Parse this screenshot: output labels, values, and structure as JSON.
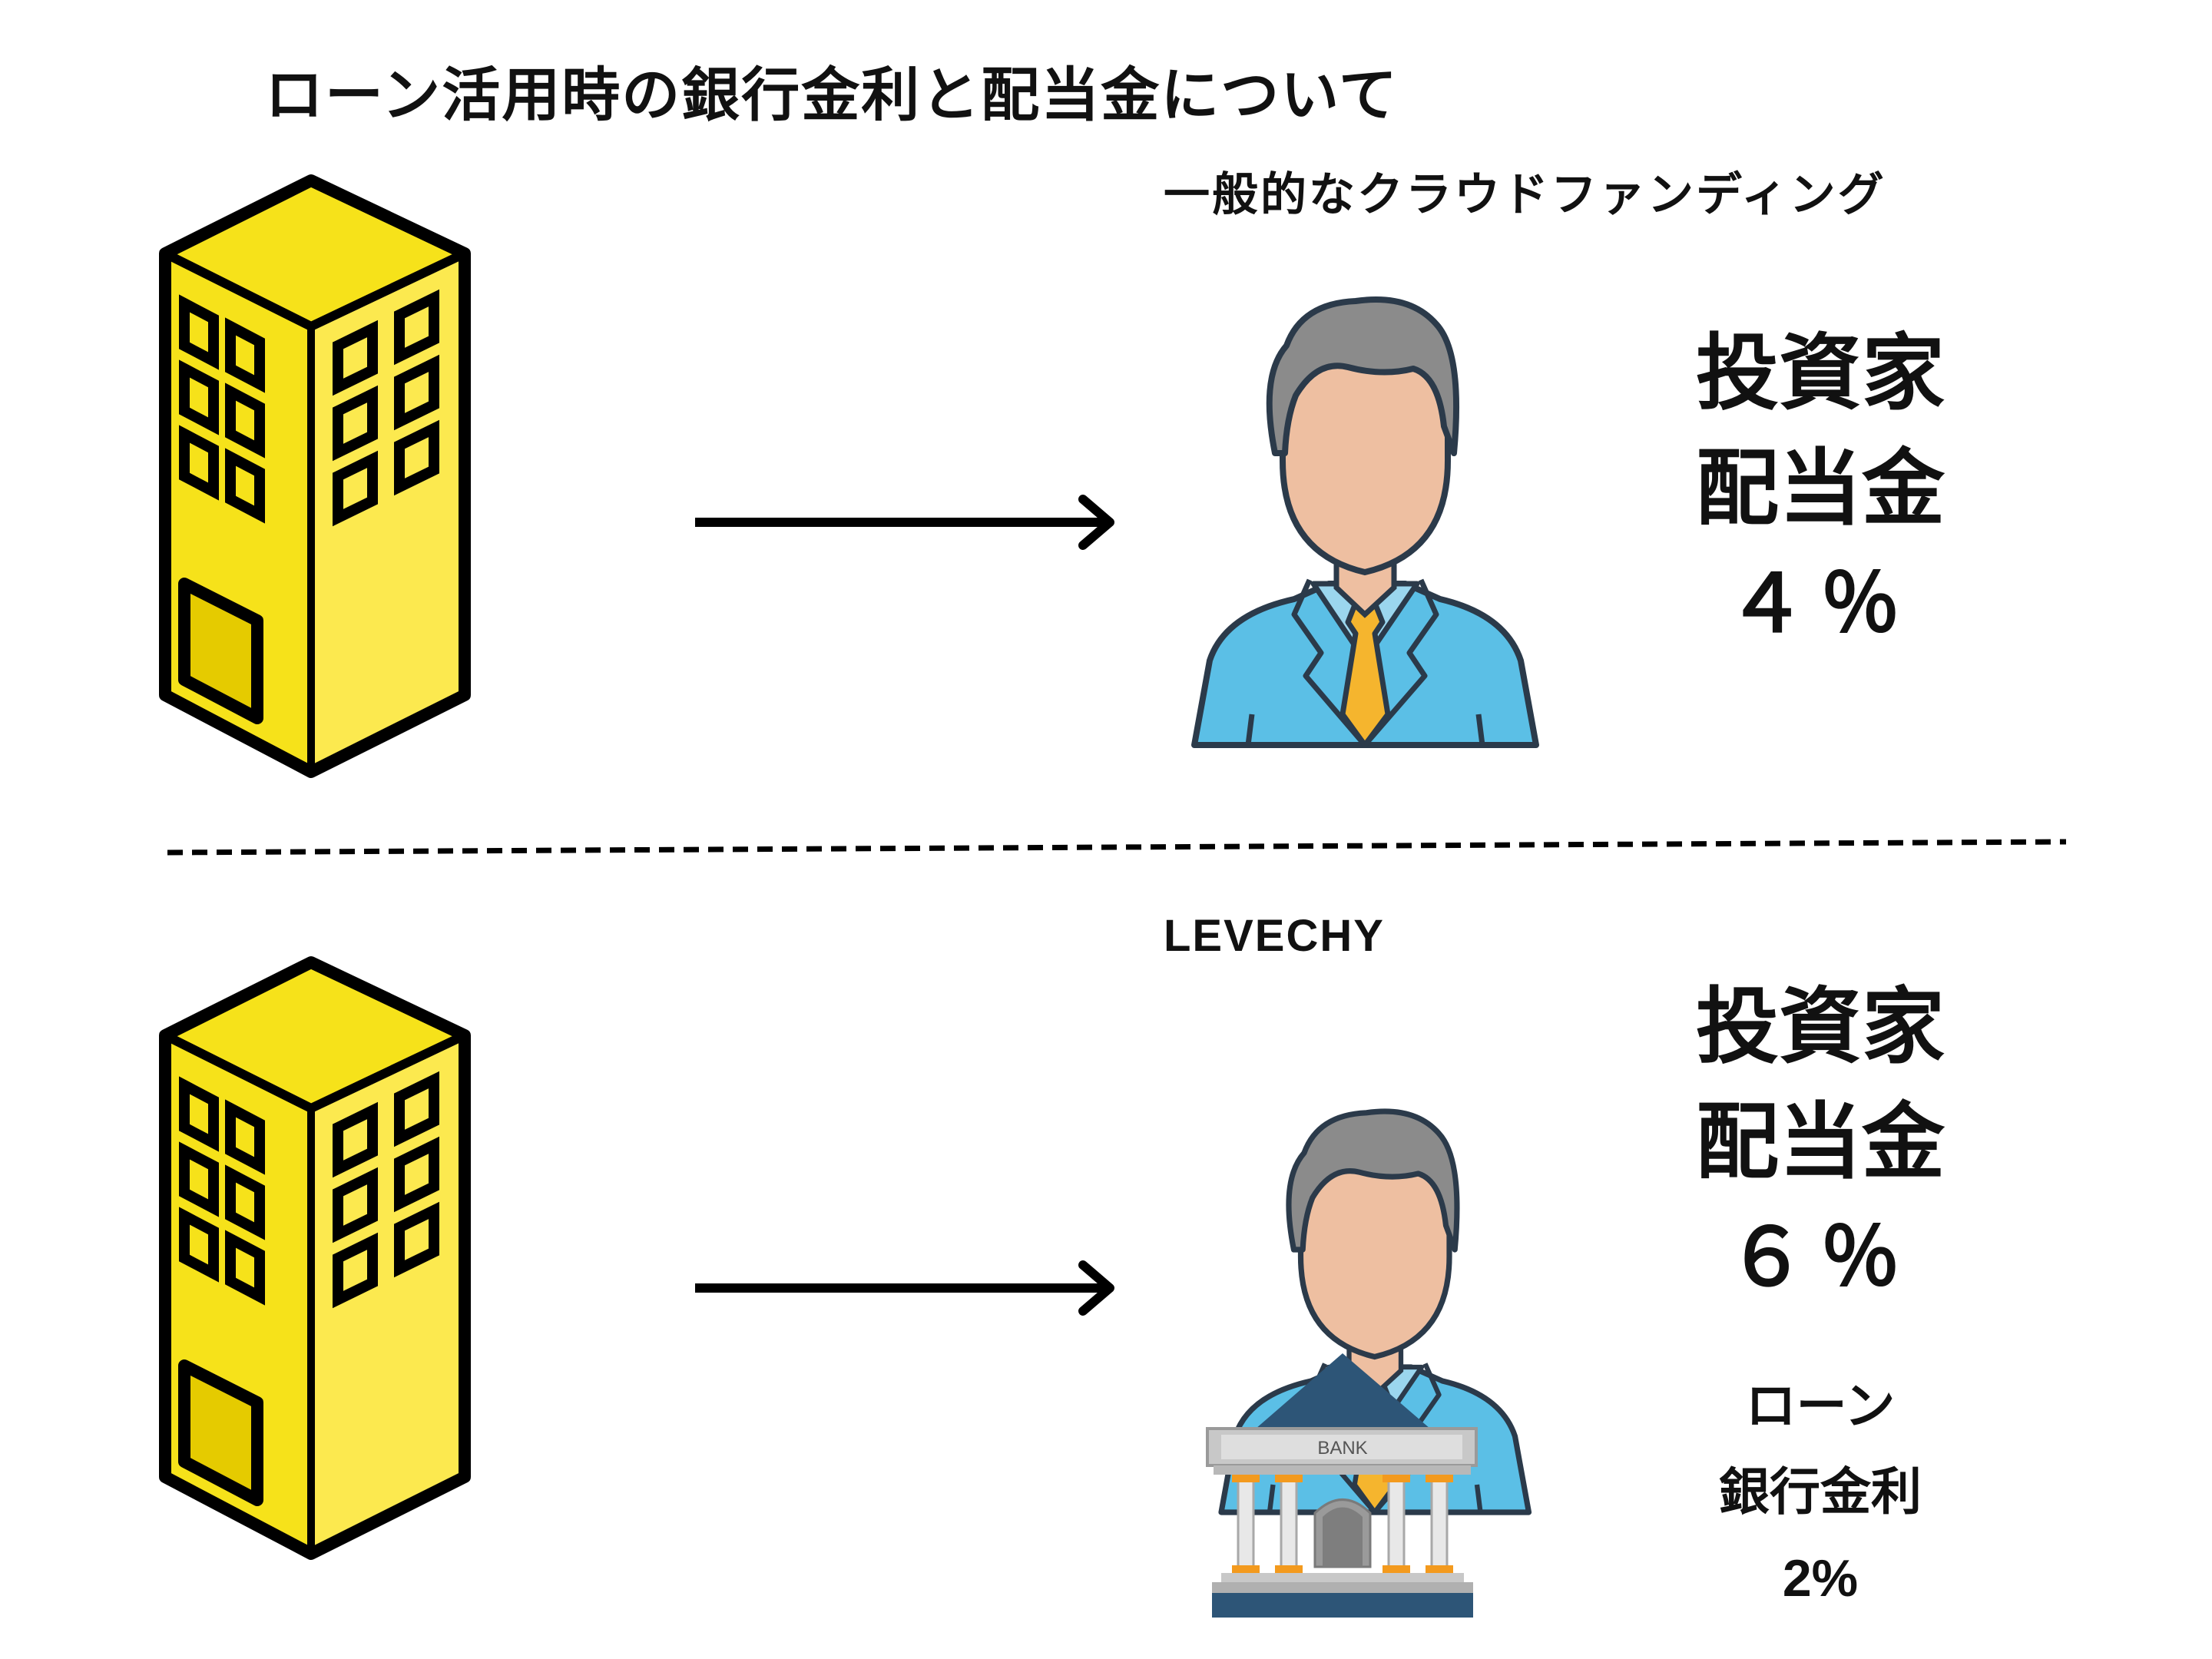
{
  "title": "ローン活用時の銀行金利と配当金について",
  "sections": [
    {
      "label": "一般的なクラウドファンディング",
      "investor_label": "投資家",
      "dividend_label": "配当金",
      "dividend_rate": "４％"
    },
    {
      "label": "LEVECHY",
      "investor_label": "投資家",
      "dividend_label": "配当金",
      "dividend_rate": "６％",
      "loan_label": "ローン",
      "bank_rate_label": "銀行金利",
      "bank_rate": "2%",
      "bank_sign": "BANK"
    }
  ],
  "colors": {
    "building_light": "#FCE94F",
    "building_mid": "#F6E21A",
    "building_dark": "#E5CB00",
    "outline": "#000000",
    "suit": "#5BBFE6",
    "skin": "#EEBFA1",
    "hair": "#8B8B8B",
    "tie": "#F5B52E",
    "bank_roof": "#2D5577",
    "bank_column": "#E8E8E8",
    "bank_orange": "#F39A1E"
  }
}
